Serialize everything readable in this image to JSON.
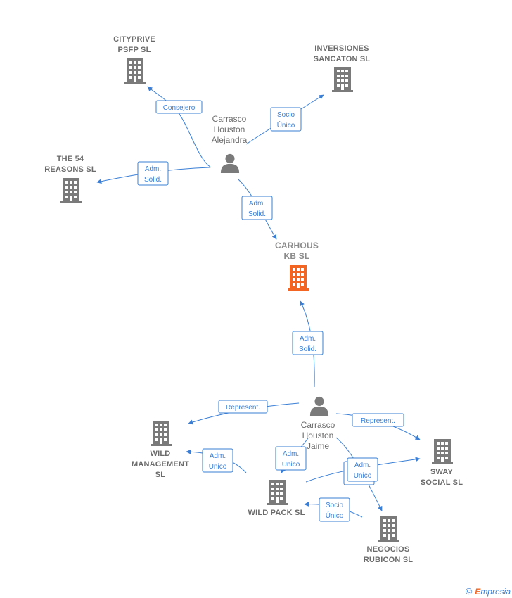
{
  "colors": {
    "edge": "#3a7fd5",
    "company": "#7a7a7a",
    "main_company": "#f26522",
    "person": "#7a7a7a"
  },
  "companies": [
    {
      "id": "cityprive",
      "lines": [
        "CITYPRIVE",
        "PSFP  SL"
      ],
      "icon": "building-icon",
      "main": false
    },
    {
      "id": "inversiones",
      "lines": [
        "INVERSIONES",
        "SANCATON SL"
      ],
      "icon": "building-icon",
      "main": false
    },
    {
      "id": "the54",
      "lines": [
        "THE 54",
        "REASONS  SL"
      ],
      "icon": "building-icon",
      "main": false
    },
    {
      "id": "carhous",
      "lines": [
        "CARHOUS",
        "KB  SL"
      ],
      "icon": "building-icon",
      "main": true
    },
    {
      "id": "wildmgmt",
      "lines": [
        "WILD",
        "MANAGEMENT",
        "SL"
      ],
      "icon": "building-icon",
      "main": false
    },
    {
      "id": "wildpack",
      "lines": [
        "WILD PACK  SL"
      ],
      "icon": "building-icon",
      "main": false
    },
    {
      "id": "sway",
      "lines": [
        "SWAY",
        "SOCIAL  SL"
      ],
      "icon": "building-icon",
      "main": false
    },
    {
      "id": "negocios",
      "lines": [
        "NEGOCIOS",
        "RUBICON  SL"
      ],
      "icon": "building-icon",
      "main": false
    }
  ],
  "persons": [
    {
      "id": "alejandra",
      "lines": [
        "Carrasco",
        "Houston",
        "Alejandra"
      ],
      "icon": "person-icon"
    },
    {
      "id": "jaime",
      "lines": [
        "Carrasco",
        "Houston",
        "Jaime"
      ],
      "icon": "person-icon"
    }
  ],
  "edges": [
    {
      "id": "e1",
      "lines": [
        "Consejero"
      ]
    },
    {
      "id": "e2",
      "lines": [
        "Socio",
        "Único"
      ]
    },
    {
      "id": "e3",
      "lines": [
        "Adm.",
        "Solid."
      ]
    },
    {
      "id": "e4",
      "lines": [
        "Adm.",
        "Solid."
      ]
    },
    {
      "id": "e5",
      "lines": [
        "Adm.",
        "Solid."
      ]
    },
    {
      "id": "e6",
      "lines": [
        "Represent."
      ]
    },
    {
      "id": "e7",
      "lines": [
        "Represent."
      ]
    },
    {
      "id": "e8",
      "lines": [
        "Adm.",
        "Unico"
      ]
    },
    {
      "id": "e9",
      "lines": [
        "Adm.",
        "Unico"
      ]
    },
    {
      "id": "e10",
      "lines": [
        "Adm.",
        "Unico"
      ]
    },
    {
      "id": "e11",
      "lines": [
        "Socio",
        "Único"
      ]
    }
  ],
  "footer": {
    "copyright_symbol": "©",
    "brand_first": "E",
    "brand_rest": "mpresia"
  }
}
